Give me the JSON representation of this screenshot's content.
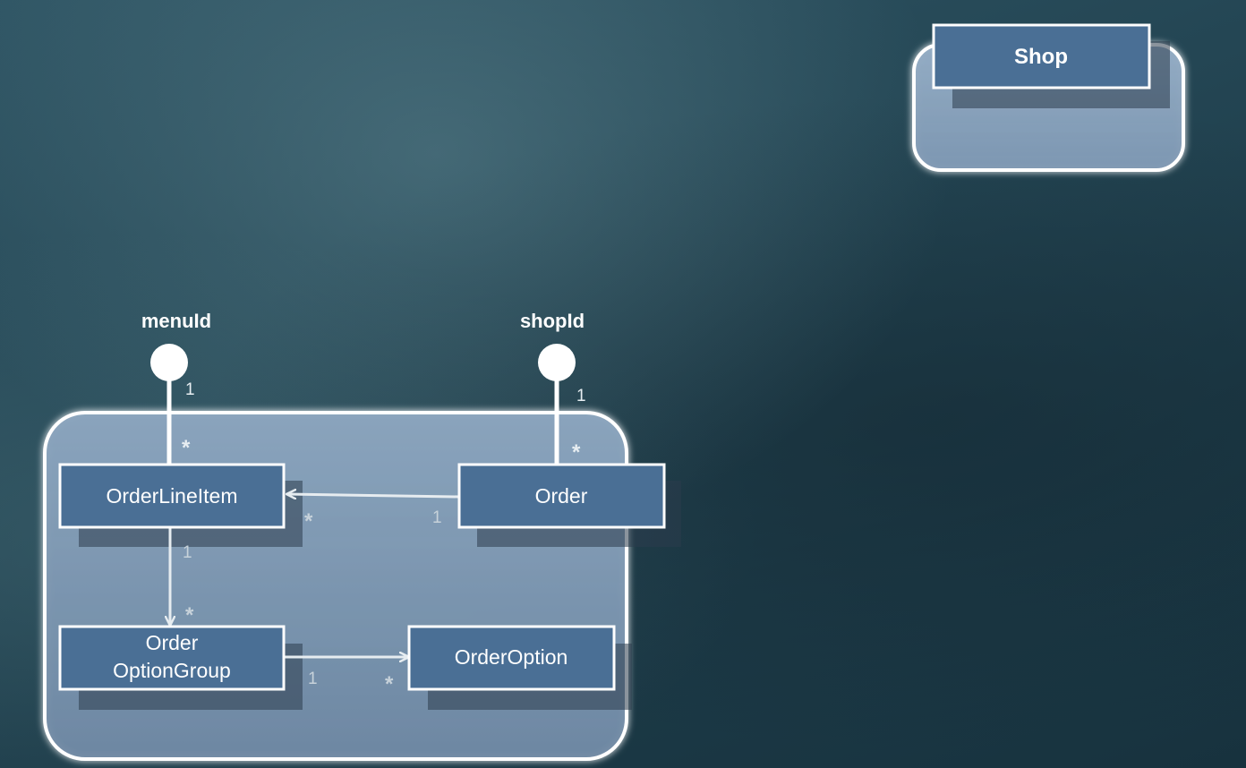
{
  "diagram": {
    "shop": {
      "title": "Shop"
    },
    "ports": {
      "menu_id": {
        "label": "menuId"
      },
      "shop_id": {
        "label": "shopId"
      }
    },
    "classes": {
      "order_line_item": "OrderLineItem",
      "order": "Order",
      "order_option_group": [
        "Order",
        "OptionGroup"
      ],
      "order_option": "OrderOption"
    },
    "multiplicities": {
      "menu_id_end": "1",
      "menu_id_item_end": "*",
      "shop_id_end": "1",
      "shop_id_order_end": "*",
      "order_to_item_source": "1",
      "order_to_item_target": "*",
      "item_to_group_source": "1",
      "item_to_group_target": "*",
      "group_to_option_source": "1",
      "group_to_option_target": "*"
    },
    "colors": {
      "class_fill": "#4a6f95",
      "aggregate_fill": "#7f9ab6",
      "border": "#ffffff"
    }
  }
}
